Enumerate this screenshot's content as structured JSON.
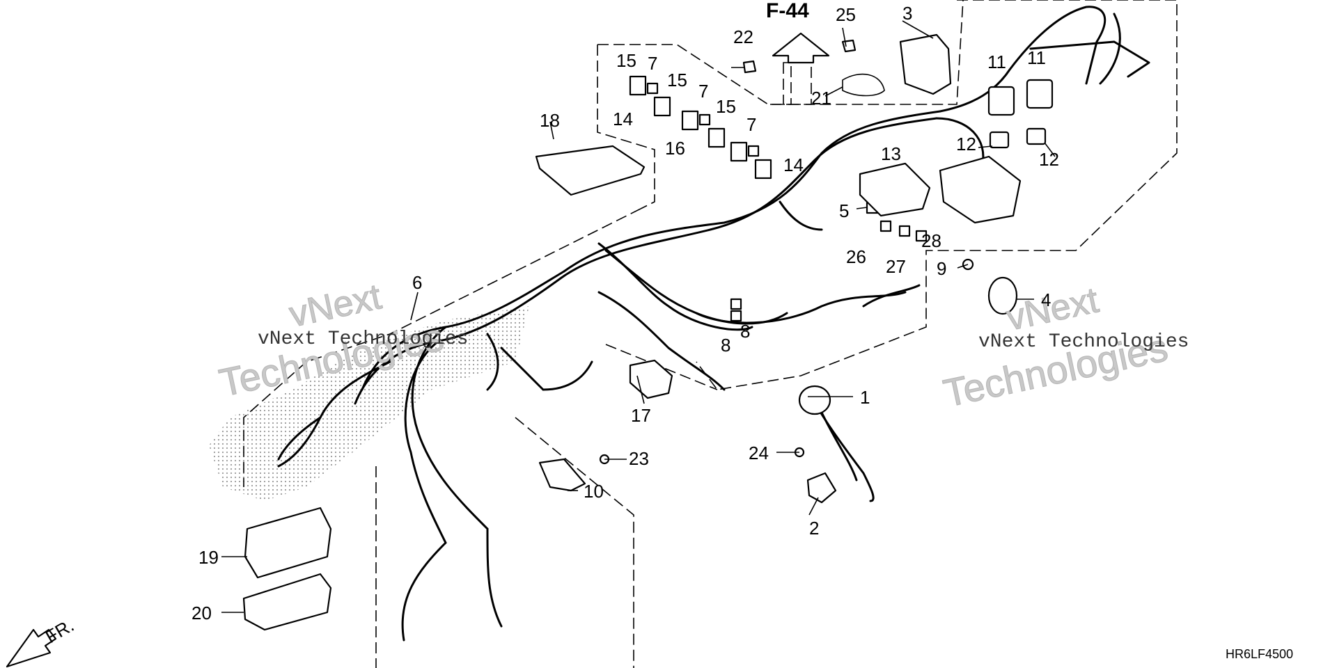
{
  "diagram": {
    "reference": "F-44",
    "code": "HR6LF4500",
    "direction": "FR.",
    "watermark": {
      "line1": "vNext",
      "line2": "Technologies",
      "inline": "vNext Technologies"
    },
    "callouts": {
      "c1": "1",
      "c2": "2",
      "c3": "3",
      "c4": "4",
      "c5": "5",
      "c6": "6",
      "c7a": "7",
      "c7b": "7",
      "c7c": "7",
      "c8a": "8",
      "c8b": "8",
      "c9": "9",
      "c10": "10",
      "c11a": "11",
      "c11b": "11",
      "c12a": "12",
      "c12b": "12",
      "c13": "13",
      "c14a": "14",
      "c14b": "14",
      "c15a": "15",
      "c15b": "15",
      "c15c": "15",
      "c16": "16",
      "c17": "17",
      "c18": "18",
      "c19": "19",
      "c20": "20",
      "c21": "21",
      "c22": "22",
      "c23": "23",
      "c24": "24",
      "c25": "25",
      "c26": "26",
      "c27": "27",
      "c28": "28"
    }
  }
}
